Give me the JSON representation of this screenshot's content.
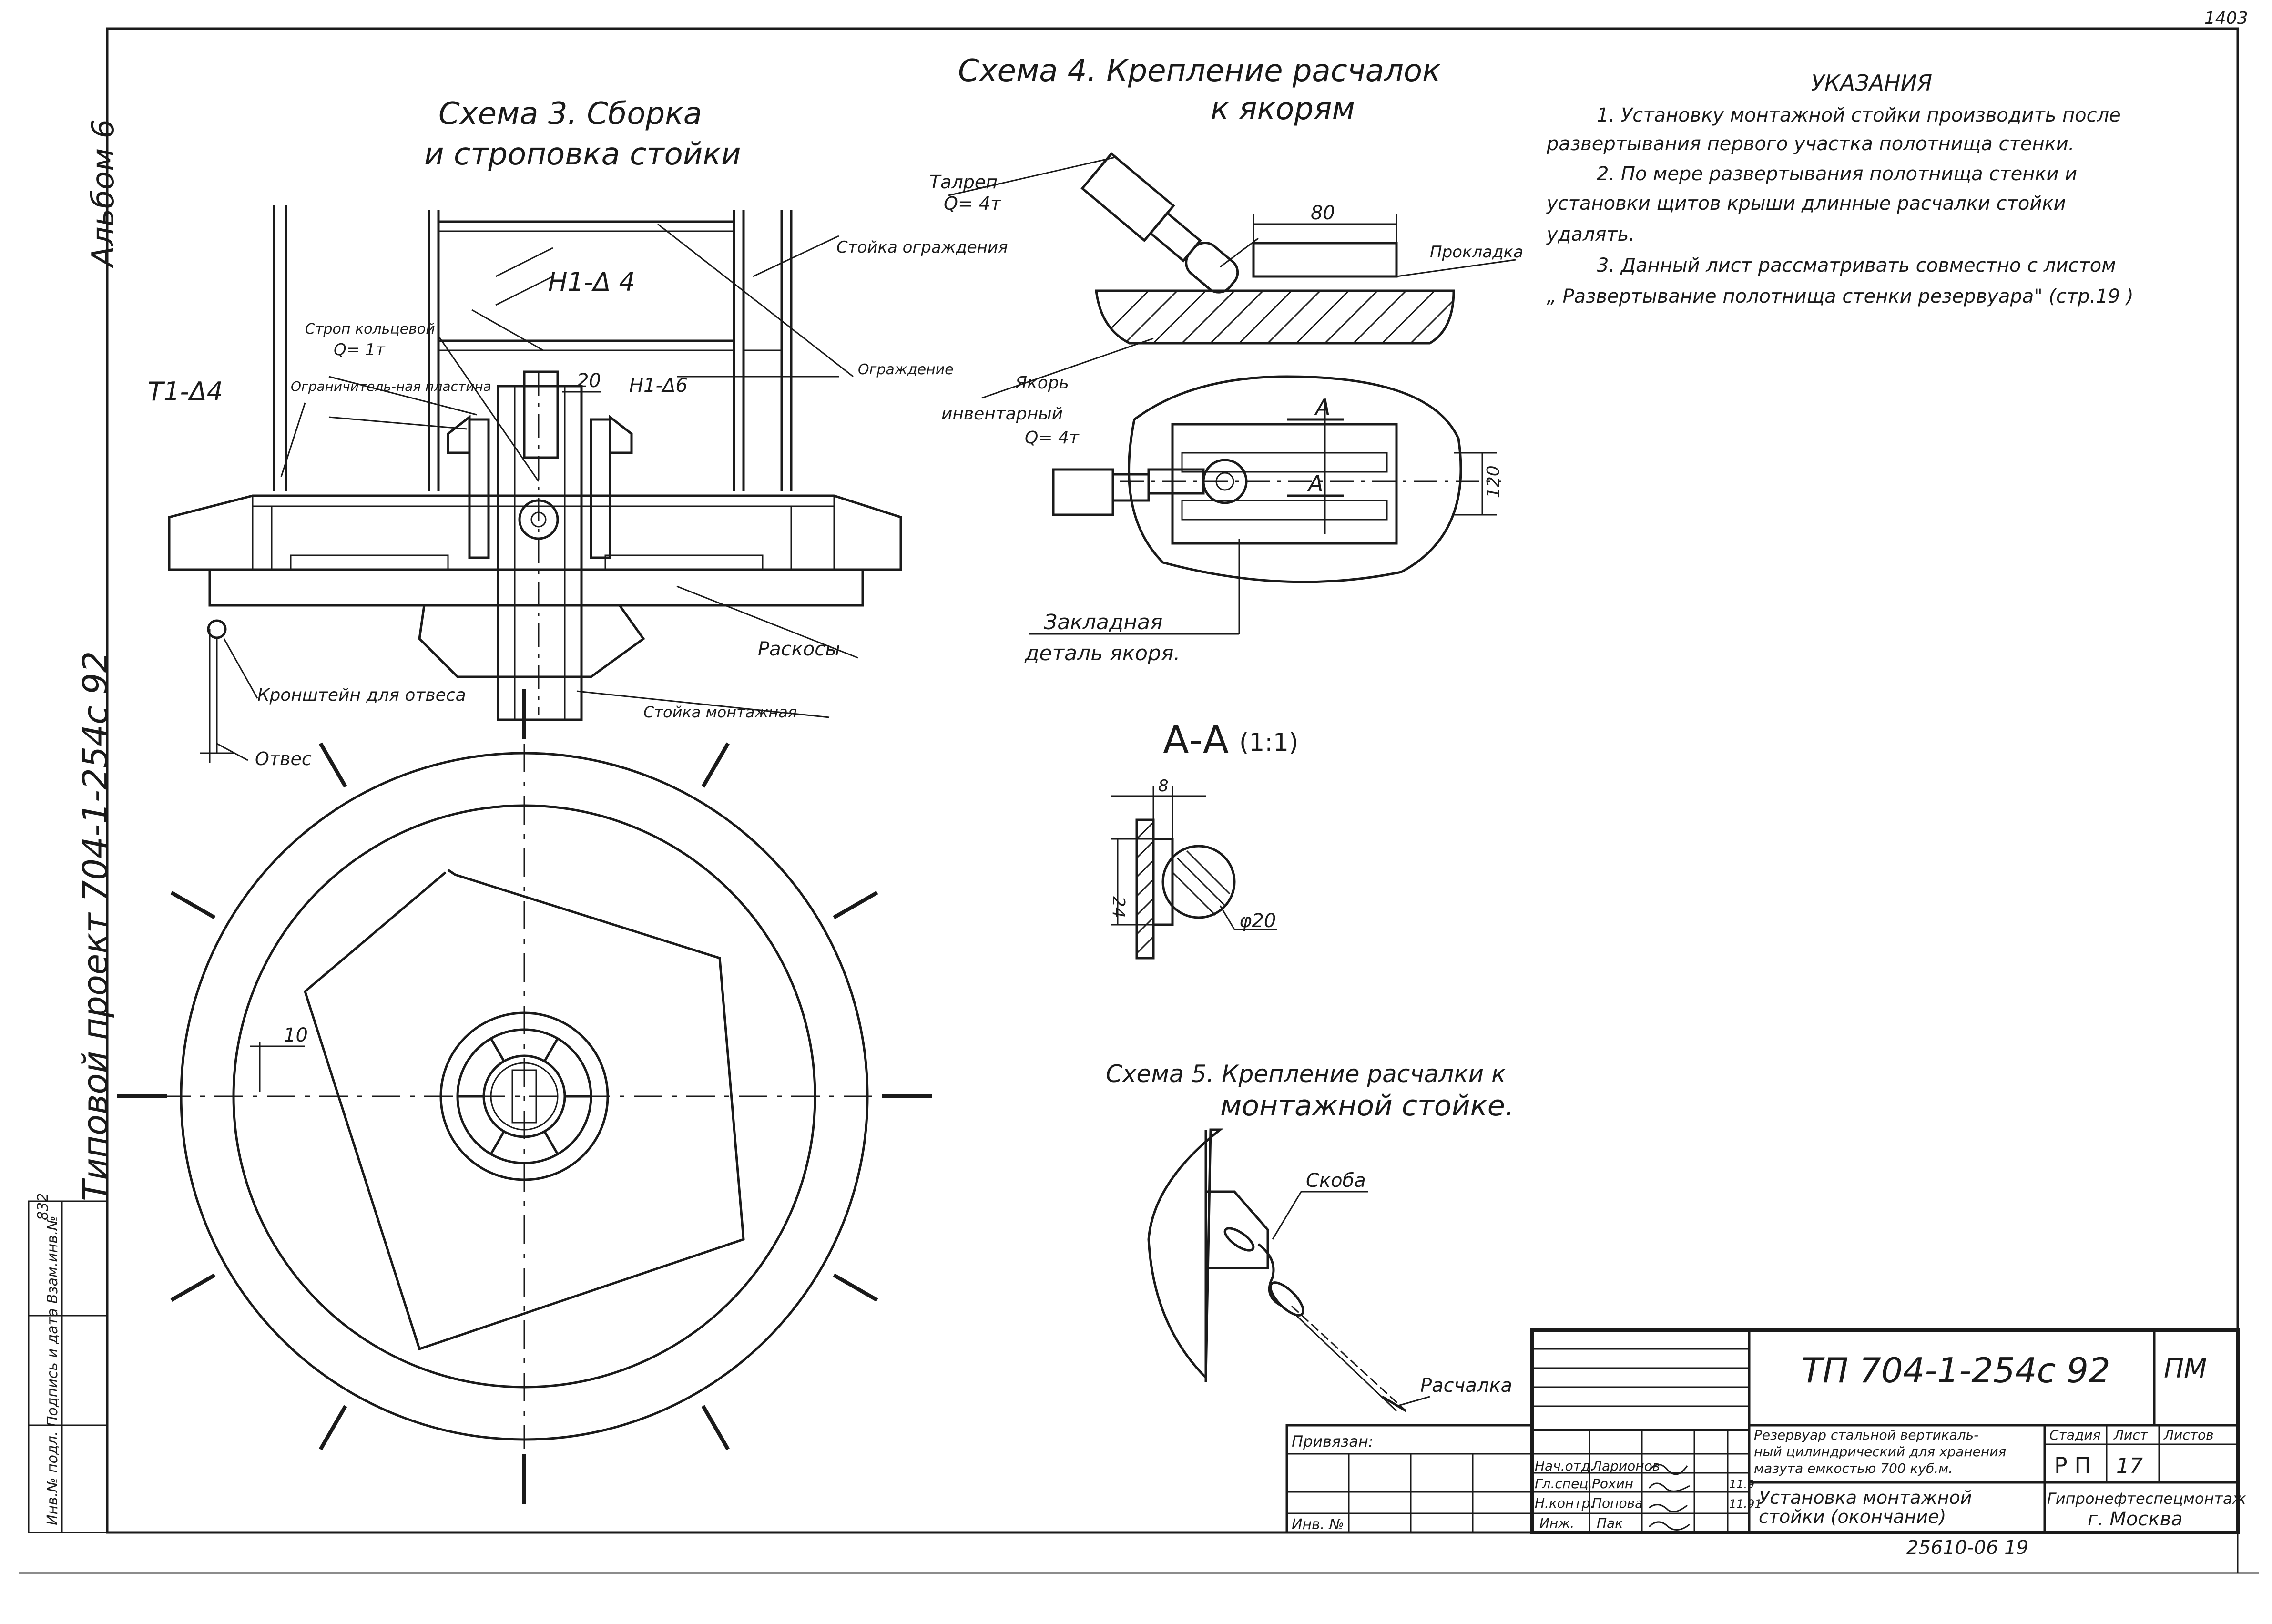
{
  "album": "Альбом 6",
  "project_side": "Типовой проект   704-1-254с 92",
  "scheme3": {
    "title_line1": "Схема 3.  Сборка",
    "title_line2": "и строповка  стойки",
    "labels": {
      "h1d4": "Н1-Δ 4",
      "t1d4": "Т1-Δ4",
      "h1d6": "Н1-Δ6",
      "dim20": "20",
      "sling": "Строп кольцевой",
      "sling_q": "Q= 1т",
      "limit_plate": "Ограничитель-ная пластина",
      "guard_post": "Стойка ограждения",
      "fence": "Ограждение",
      "braces": "Раскосы",
      "bracket": "Кронштейн для отвеса",
      "plumb": "Отвес",
      "mount_post": "Стойка монтажная"
    },
    "plan_dim": "10"
  },
  "scheme4": {
    "title_line1": "Схема 4.  Крепление  расчалок",
    "title_line2": "к  якорям",
    "labels": {
      "tirfor": "Талреп",
      "tirfor_q": "Q= 4т",
      "dim80": "80",
      "gasket": "Прокладка",
      "anchor": "Якорь",
      "inventory": "инвентарный",
      "inventory_q": "Q= 4т",
      "section_mark": "А",
      "dim120": "120",
      "embedded_1": "Закладная",
      "embedded_2": "деталь  якоря."
    }
  },
  "section_aa": {
    "title": "А-А",
    "scale": "(1:1)",
    "dim8": "8",
    "dim24": "24",
    "phi": "φ20"
  },
  "scheme5": {
    "title_line1": "Схема 5.  Крепление  расчалки  к",
    "title_line2": "монтажной  стойке.",
    "labels": {
      "bracket": "Скоба",
      "guy": "Расчалка"
    }
  },
  "notes": {
    "heading": "УКАЗАНИЯ",
    "lines": [
      "1. Установку монтажной стойки производить после",
      "развертывания первого участка полотнища стенки.",
      "2. По мере развертывания полотнища стенки и",
      "установки щитов крыши длинные расчалки стойки",
      "удалять.",
      "3. Данный лист рассматривать совместно с листом",
      "„ Развертывание  полотнища  стенки  резервуара\" (стр.19 )"
    ]
  },
  "title_block": {
    "code": "ТП  704-1-254с 92",
    "mark": "ПМ",
    "description": [
      "Резервуар стальной вертикаль-",
      "ный цилиндрический для хранения",
      "мазута емкостью 700 куб.м."
    ],
    "sheet_title": [
      "Установка  монтажной",
      "стойки  (окончание)"
    ],
    "stage_label": "Стадия",
    "sheet_label": "Лист",
    "sheets_label": "Листов",
    "stage": "Р П",
    "sheet": "17",
    "org": "Гипронефтеспецмонтаж",
    "city": "г. Москва",
    "privyazan": "Привязан:",
    "inv_no": "Инв. №",
    "staff": [
      {
        "role": "Нач.отд.",
        "name": "Ларионов"
      },
      {
        "role": "Гл.спец.",
        "name": "Рохин"
      },
      {
        "role": "Н.контр.",
        "name": "Попова"
      },
      {
        "role": "Инж.",
        "name": "Пак"
      }
    ],
    "dates": [
      "11.9",
      "11.91"
    ]
  },
  "left_stamp": "Инв.№ подл.  Подпись и дата  Взам.инв.№",
  "stamp_number": "832",
  "footer_number": "25610-06    19",
  "corner_mark": "1403"
}
